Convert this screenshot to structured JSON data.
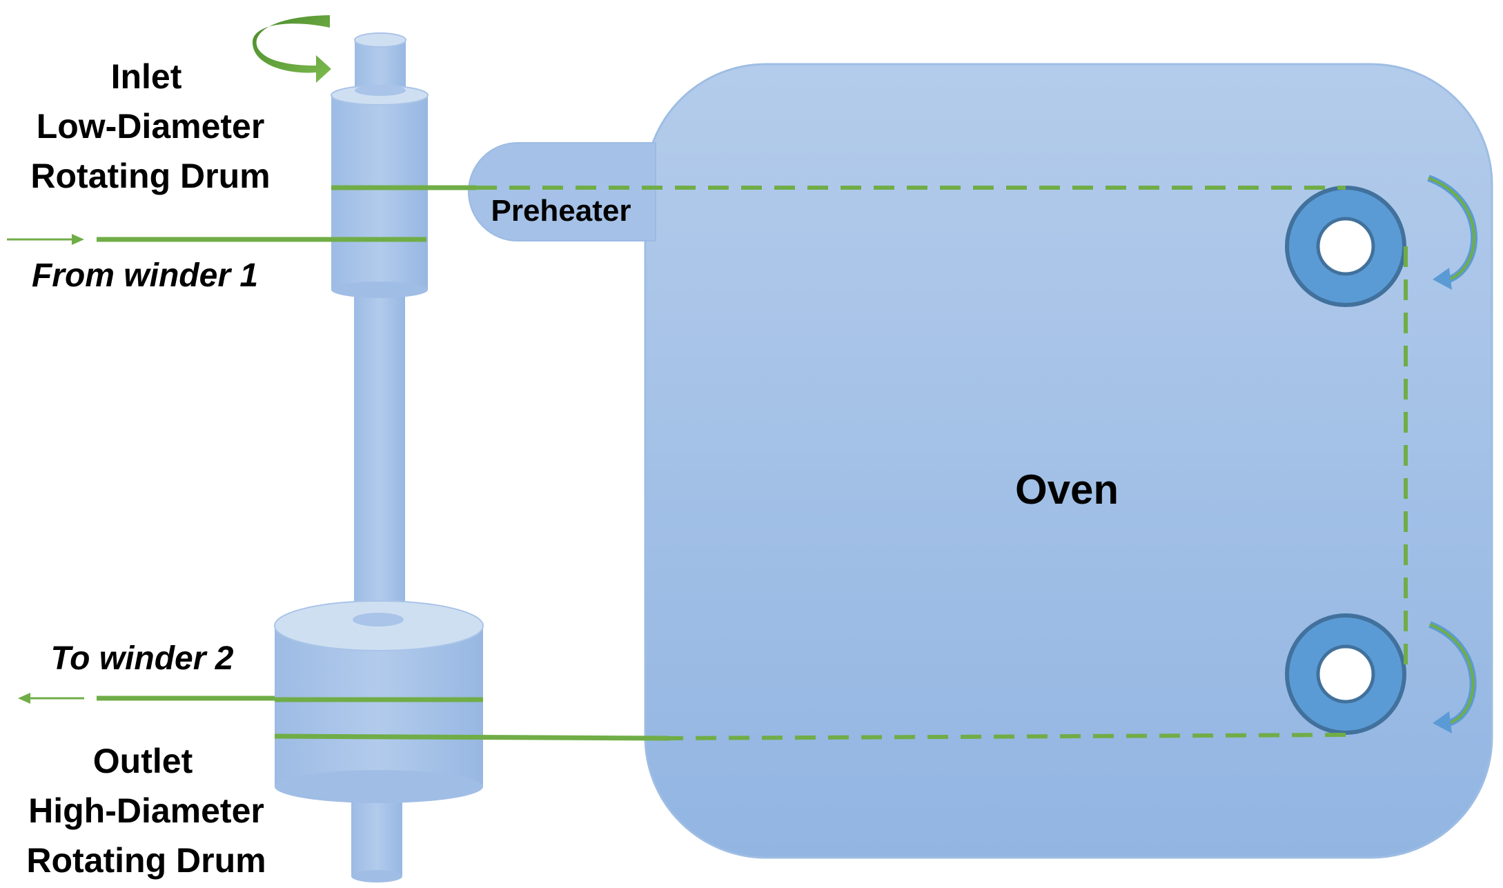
{
  "labels": {
    "inlet_line1": "Inlet",
    "inlet_line2": "Low-Diameter",
    "inlet_line3": "Rotating Drum",
    "from_winder": "From winder 1",
    "preheater": "Preheater",
    "oven": "Oven",
    "to_winder": "To winder 2",
    "outlet_line1": "Outlet",
    "outlet_line2": "High-Diameter",
    "outlet_line3": "Rotating Drum"
  },
  "colors": {
    "oven_top": "#b3cbea",
    "oven_bottom": "#93b6e2",
    "drum": "#a2bfe6",
    "drum_top": "#cfdff2",
    "roller_ring": "#5b9bd5",
    "roller_edge": "#41719c",
    "fiber": "#70ad47",
    "arrow_dark": "#4e8c2f"
  }
}
